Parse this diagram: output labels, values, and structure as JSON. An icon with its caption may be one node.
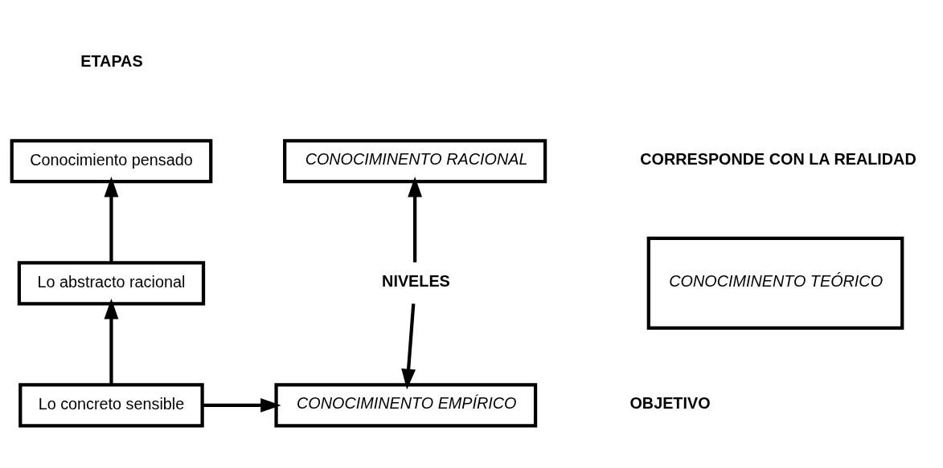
{
  "diagram": {
    "nodes": [
      {
        "text": [
          "Conocimiento pensado"
        ]
      },
      {
        "text": [
          "Lo abstracto racional"
        ]
      },
      {
        "text": [
          "Lo concreto sensible"
        ]
      },
      {
        "text": [
          "CONOCIMINENTO RACIONAL"
        ]
      },
      {
        "text": [
          "NIVELES"
        ]
      },
      {
        "text": [
          "CONOCIMINENTO EMPÍRICO"
        ]
      },
      {
        "text": [
          "CONOCIMINENTO TEÓRICO"
        ]
      }
    ],
    "edges": [
      {
        "from": 2,
        "to": 1,
        "arrow": "to"
      },
      {
        "from": 1,
        "to": 0,
        "arrow": "to"
      },
      {
        "from": 2,
        "to": 5,
        "arrow": "to"
      },
      {
        "from": 4,
        "to": 3,
        "arrow": "to"
      },
      {
        "from": 4,
        "to": 5,
        "arrow": "to"
      }
    ],
    "labels": [
      "ETAPAS",
      "CORRESPONDE CON LA REALIDAD",
      "OBJETIVO"
    ]
  }
}
